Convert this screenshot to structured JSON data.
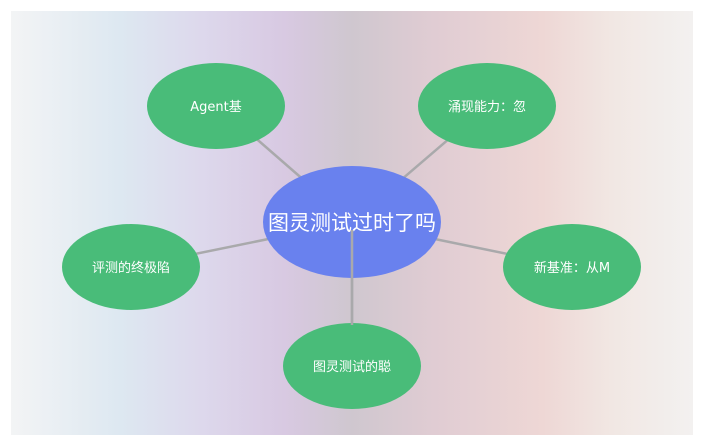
{
  "diagram": {
    "center": {
      "text": "图灵测试过时了吗"
    },
    "nodes": [
      {
        "id": "agent",
        "text": "Agent基"
      },
      {
        "id": "emergence",
        "text": "涌现能力：忽"
      },
      {
        "id": "ultimate",
        "text": "评测的终极陷"
      },
      {
        "id": "benchmark",
        "text": "新基准：从M"
      },
      {
        "id": "turing",
        "text": "图灵测试的聪"
      }
    ],
    "colors": {
      "center_fill": "#6981ee",
      "node_fill": "#49bc79",
      "edge": "#a9a9ab",
      "text": "#ffffff"
    }
  }
}
